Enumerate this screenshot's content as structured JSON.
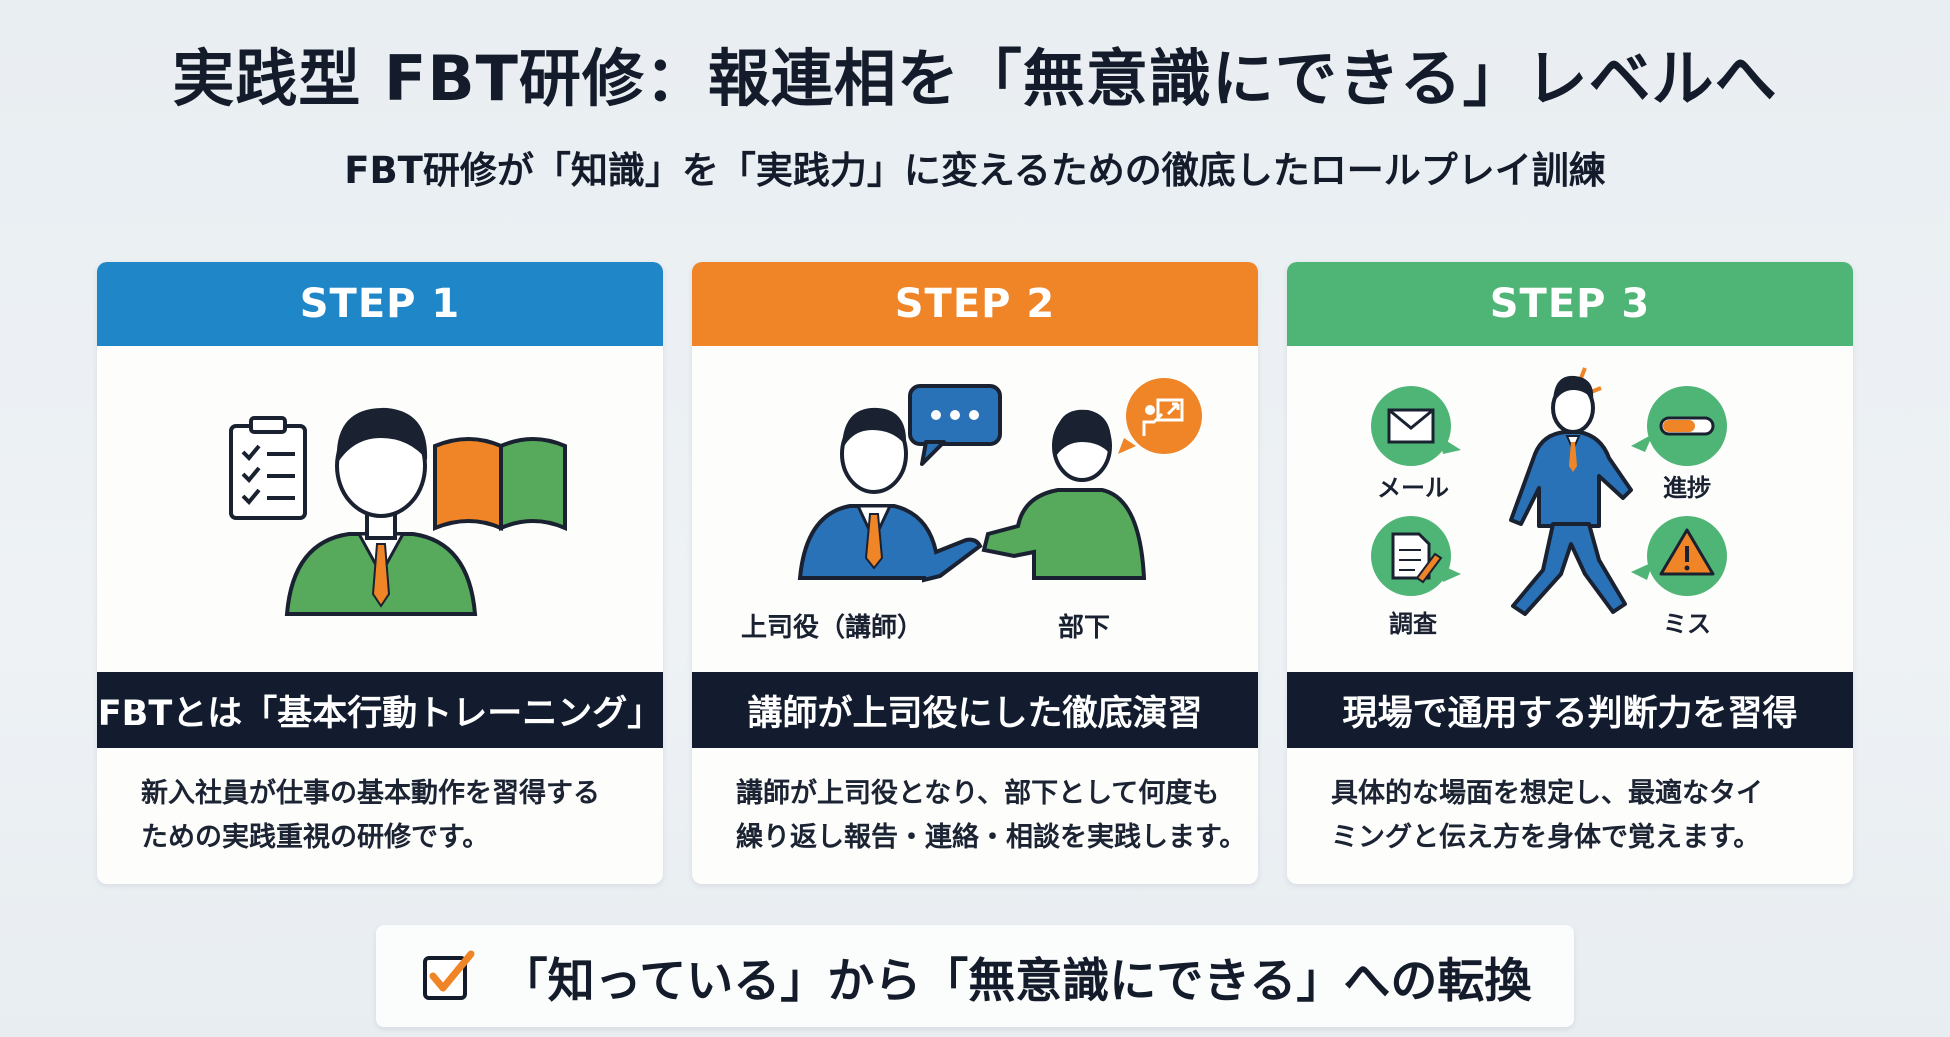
{
  "title": "実践型 FBT研修：報連相を「無意識にできる」レベルへ",
  "subtitle": "FBT研修が「知識」を「実践力」に変えるための徹底したロールプレイ訓練",
  "colors": {
    "step1": "#1f87c8",
    "step2": "#ef8527",
    "step3": "#4fb576",
    "band": "#121c2e",
    "suit_green": "#57a95c",
    "suit_blue": "#2a72b8"
  },
  "steps": [
    {
      "header": "STEP 1",
      "band": "FBTとは「基本行動トレーニング」",
      "desc": [
        "新入社員が仕事の基本動作を習得する",
        "ための実践重視の研修です。"
      ],
      "icons": [
        "checklist-icon",
        "person-icon",
        "book-icon"
      ]
    },
    {
      "header": "STEP 2",
      "band": "講師が上司役にした徹底演習",
      "desc": [
        "講師が上司役となり、部下として何度も",
        "繰り返し報告・連絡・相談を実践します。"
      ],
      "labels": {
        "boss": "上司役（講師）",
        "subordinate": "部下"
      },
      "icons": [
        "chat-bubble-icon",
        "presentation-icon"
      ]
    },
    {
      "header": "STEP 3",
      "band": "現場で通用する判断力を習得",
      "desc": [
        "具体的な場面を想定し、最適なタイ",
        "ミングと伝え方を身体で覚えます。"
      ],
      "labels": {
        "mail": "メール",
        "progress": "進捗",
        "research": "調査",
        "mistake": "ミス"
      },
      "icons": [
        "mail-icon",
        "progress-bar-icon",
        "document-pen-icon",
        "warning-icon"
      ]
    }
  ],
  "footer": {
    "text": "「知っている」から「無意識にできる」への転換",
    "icon": "checkbox-checked-icon"
  }
}
